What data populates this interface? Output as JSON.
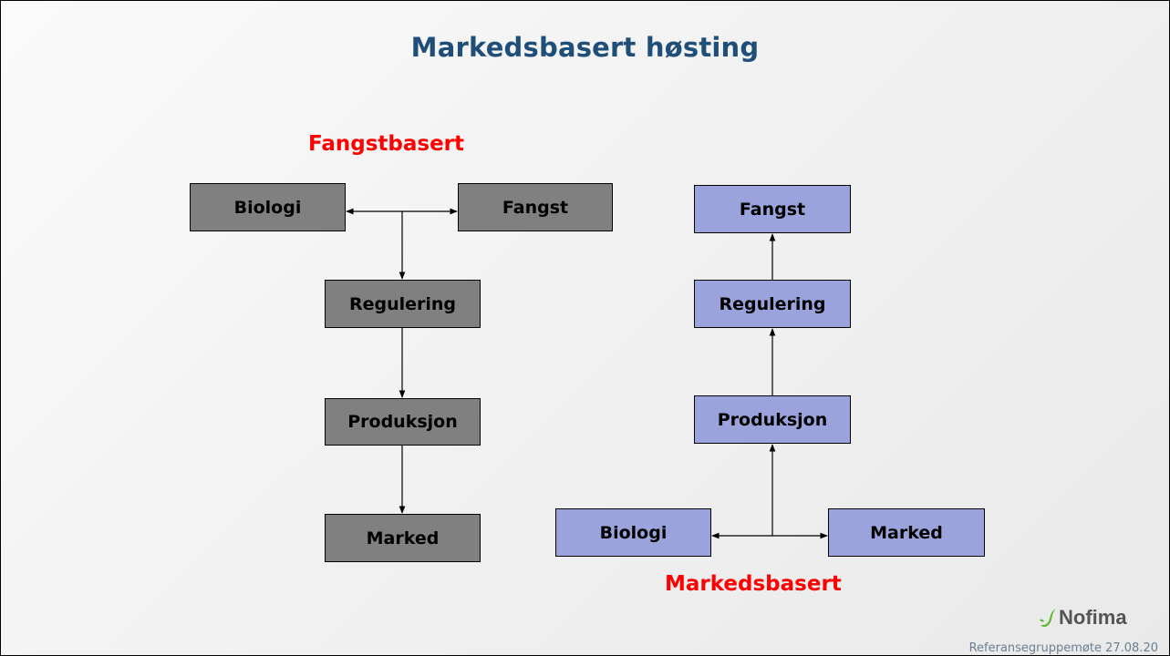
{
  "slide": {
    "title": "Markedsbasert høsting",
    "footer": "Referansegruppemøte 27.08.20"
  },
  "left_diagram": {
    "label": "Fangstbasert",
    "boxes": {
      "biologi": "Biologi",
      "fangst": "Fangst",
      "regulering": "Regulering",
      "produksjon": "Produksjon",
      "marked": "Marked"
    },
    "box_color": "#808080"
  },
  "right_diagram": {
    "label": "Markedsbasert",
    "boxes": {
      "fangst": "Fangst",
      "regulering": "Regulering",
      "produksjon": "Produksjon",
      "biologi": "Biologi",
      "marked": "Marked"
    },
    "box_color": "#9aa3dc"
  },
  "colors": {
    "title": "#1f4e79",
    "label": "#ff0000"
  },
  "logo": {
    "icon": "nofima-swoosh-icon",
    "text": "Nofima"
  }
}
